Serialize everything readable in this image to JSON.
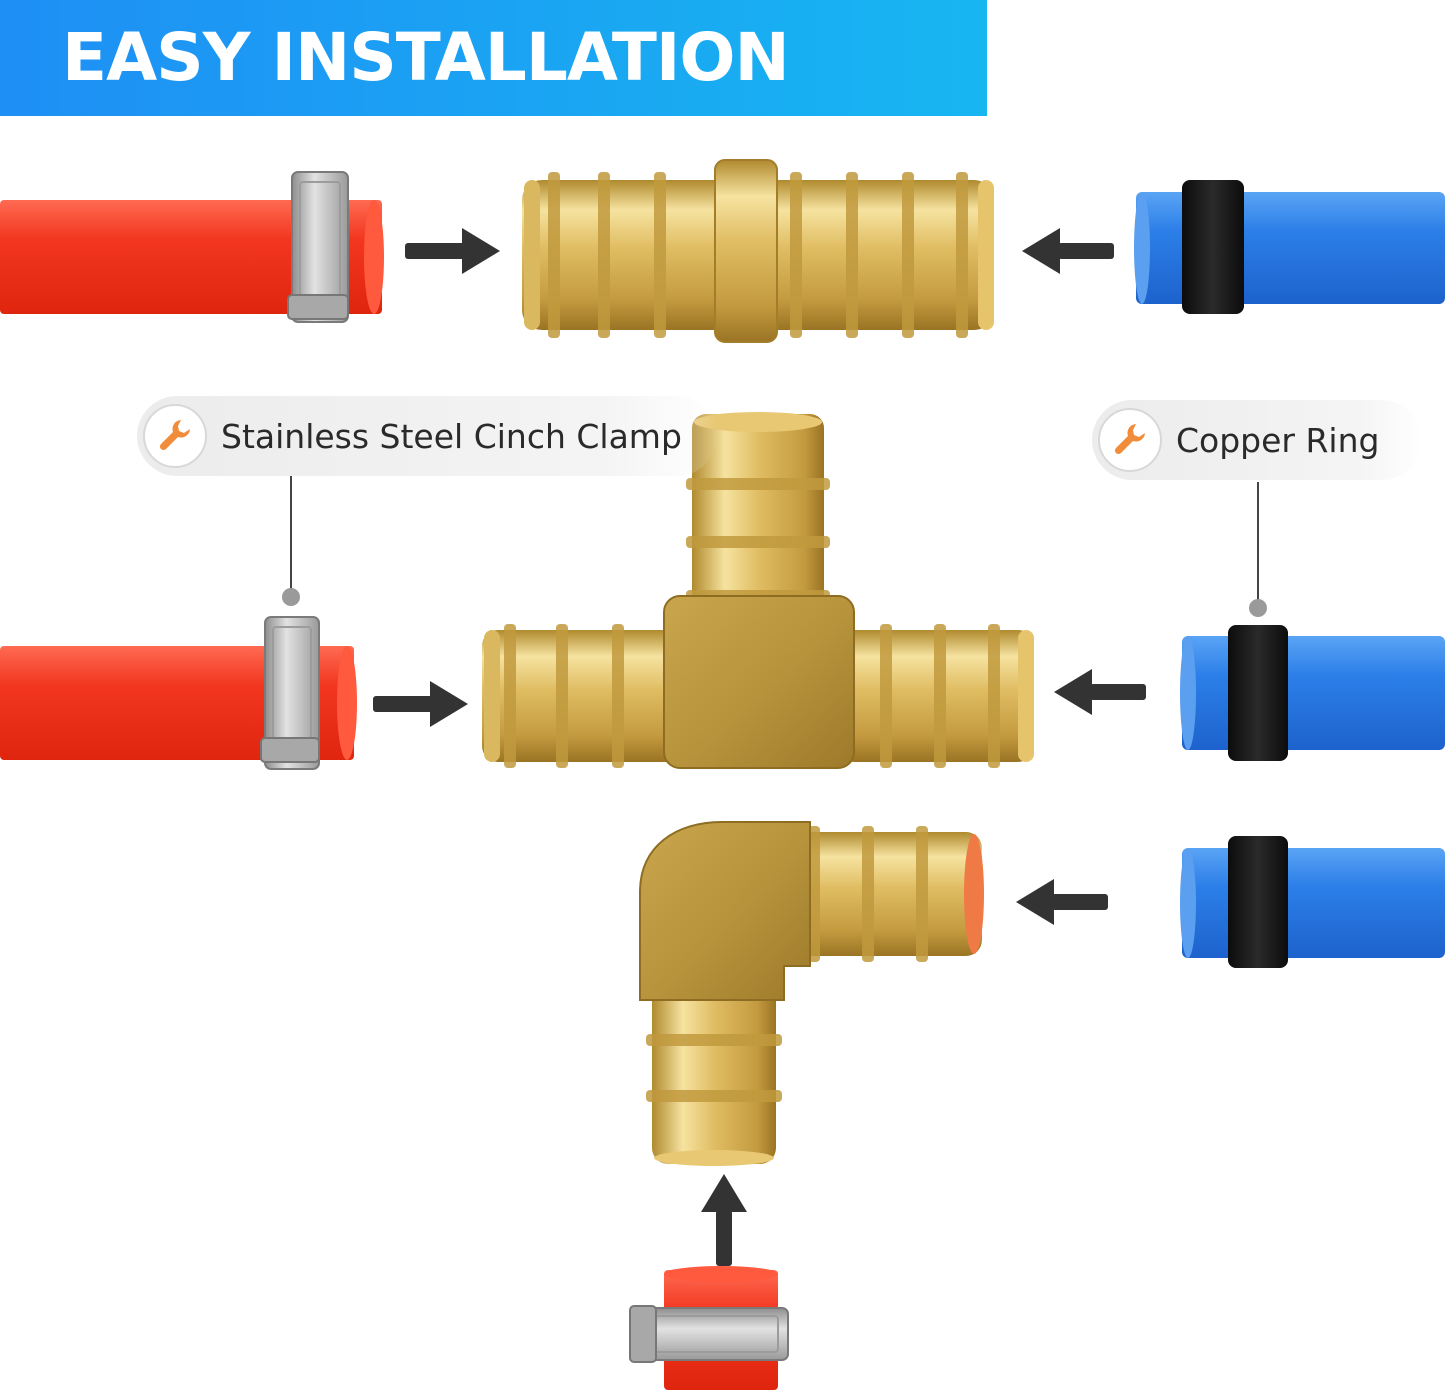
{
  "banner": {
    "title": "EASY INSTALLATION",
    "color_start": "#1e8ff5",
    "color_end": "#17b6f1"
  },
  "callouts": [
    {
      "label": "Stainless Steel Cinch Clamp",
      "icon": "wrench-icon"
    },
    {
      "label": "Copper Ring",
      "icon": "wrench-icon"
    }
  ],
  "colors": {
    "pex_red": "#f2361f",
    "pex_blue": "#2c7fe8",
    "brass": "#d7b152",
    "crimp_ring": "#1b1b1b",
    "clamp_steel": "#b8b8b8",
    "arrow": "#333333",
    "wrench": "#f08c3a"
  }
}
